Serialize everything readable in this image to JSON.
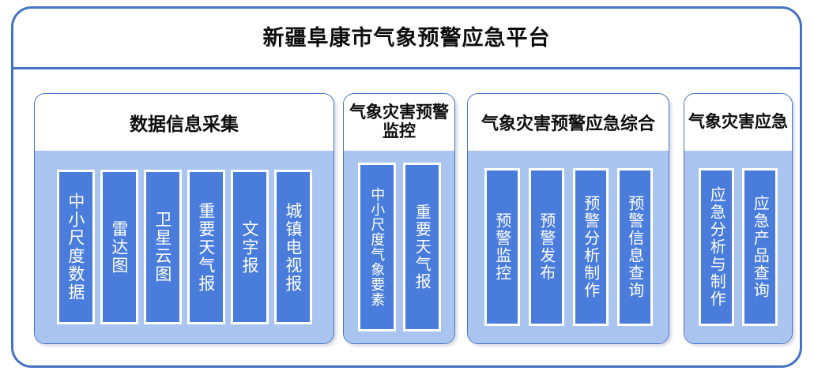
{
  "platform": {
    "title": "新疆阜康市气象预警应急平台",
    "border_color": "#4472c4",
    "group_body_color": "#a9c4ee",
    "chip_color": "#4a7ddb",
    "chip_text_color": "#ffffff"
  },
  "groups": [
    {
      "id": "group-1",
      "title": "数据信息采集",
      "items": [
        {
          "label": "中小尺度数据"
        },
        {
          "label": "雷达图"
        },
        {
          "label": "卫星云图"
        },
        {
          "label": "重要天气报"
        },
        {
          "label": "文字报"
        },
        {
          "label": "城镇电视报"
        }
      ]
    },
    {
      "id": "group-2",
      "title": "气象灾害预警监控",
      "items": [
        {
          "label": "中小尺度气象要素"
        },
        {
          "label": "重要天气报"
        }
      ]
    },
    {
      "id": "group-3",
      "title": "气象灾害预警应急综合",
      "items": [
        {
          "label": "预警监控"
        },
        {
          "label": "预警发布"
        },
        {
          "label": "预警分析制作"
        },
        {
          "label": "预警信息查询"
        }
      ]
    },
    {
      "id": "group-4",
      "title": "气象灾害应急",
      "items": [
        {
          "label": "应急分析与制作"
        },
        {
          "label": "应急产品查询"
        }
      ]
    }
  ]
}
